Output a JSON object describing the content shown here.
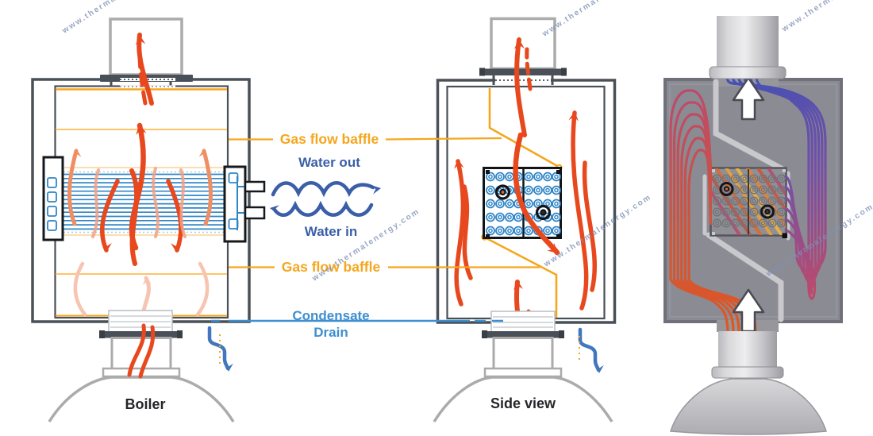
{
  "title": "Boiler heat exchanger diagram",
  "watermark": {
    "text": "www.thermalenergy.com"
  },
  "labels": {
    "gas_flow_baffle_top": "Gas flow baffle",
    "gas_flow_baffle_bottom": "Gas flow baffle",
    "water_out": "Water out",
    "water_in": "Water in",
    "condensate_line1": "Condensate",
    "condensate_line2": "Drain",
    "boiler_caption": "Boiler",
    "side_view_caption": "Side view"
  },
  "colors": {
    "baffle_yellow": "#F5A61E",
    "baffle_yellow_light": "#FFC469",
    "baffle_yellow_faint": "#FBDFAE",
    "flame_red": "#E8481D",
    "flame_light": "#F08E63",
    "flame_pale": "#F7C4B2",
    "water_blue": "#3A5EA8",
    "tube_blue": "#2F86C7",
    "condensate_blue": "#3E8FD0",
    "drain_blue": "#4077BE",
    "outline_gray": "#4A5058",
    "light_gray": "#ABABAB",
    "body_gray": "#8B8B93",
    "stream_orange": "#E2571F",
    "stream_crimson": "#BC4A6C",
    "stream_purple": "#7550A5",
    "stream_blue": "#4350B4",
    "watermark_blue": "#7E90B6"
  }
}
